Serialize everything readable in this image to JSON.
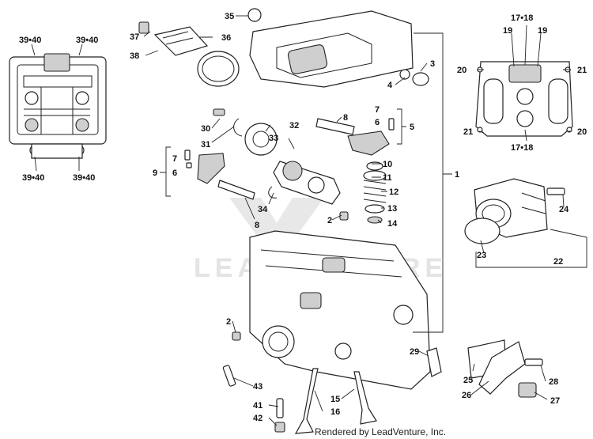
{
  "credit": "Rendered by LeadVenture, Inc.",
  "watermark": "LEADVENTURE",
  "callouts": {
    "c1": "1",
    "c2a": "2",
    "c2b": "2",
    "c3": "3",
    "c4": "4",
    "c5": "5",
    "c6a": "6",
    "c6b": "6",
    "c7a": "7",
    "c7b": "7",
    "c8a": "8",
    "c8b": "8",
    "c9": "9",
    "c10": "10",
    "c11": "11",
    "c12": "12",
    "c13": "13",
    "c14": "14",
    "c15": "15",
    "c16": "16",
    "c17a": "17•18",
    "c17b": "17•18",
    "c19a": "19",
    "c19b": "19",
    "c20a": "20",
    "c20b": "20",
    "c21a": "21",
    "c21b": "21",
    "c22": "22",
    "c23": "23",
    "c24": "24",
    "c25": "25",
    "c26": "26",
    "c27": "27",
    "c28": "28",
    "c29": "29",
    "c30": "30",
    "c31": "31",
    "c32": "32",
    "c33": "33",
    "c34": "34",
    "c35": "35",
    "c36": "36",
    "c37": "37",
    "c38": "38",
    "c39a": "39•40",
    "c39b": "39•40",
    "c39c": "39•40",
    "c39d": "39•40",
    "c41": "41",
    "c42": "42",
    "c43": "43"
  }
}
